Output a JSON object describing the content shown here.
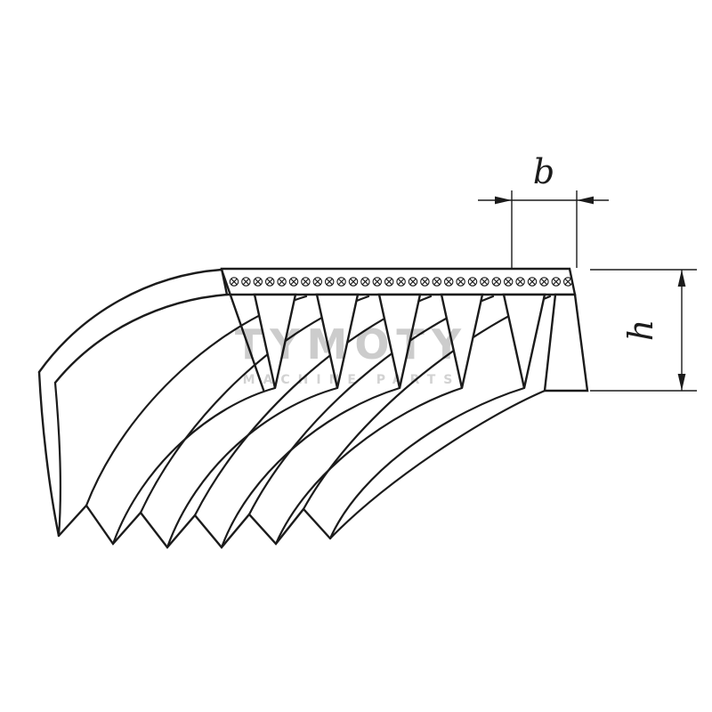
{
  "diagram": {
    "type": "technical-drawing",
    "subject": "poly-v-ribbed-belt-cross-section",
    "dimensions": {
      "width_label": "b",
      "height_label": "h"
    },
    "watermark": {
      "line1": "TYMOTY",
      "line2": "MACHINE PARTS"
    },
    "features": {
      "front_rib_count": 5,
      "bottom_rib_tip_count": 6,
      "cord_symbol": "circle-with-cross"
    },
    "colors": {
      "line": "#1b1b1b",
      "watermark": "#c3c3c3",
      "background": "#ffffff"
    }
  }
}
